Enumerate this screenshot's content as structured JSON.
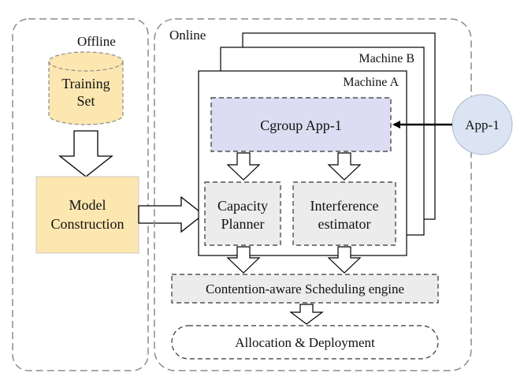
{
  "offline": {
    "title": "Offline",
    "training_set": [
      "Training",
      "Set"
    ],
    "model_construction": [
      "Model",
      "Construction"
    ]
  },
  "online": {
    "title": "Online",
    "machine_b": "Machine B",
    "machine_a": "Machine A",
    "cgroup": "Cgroup App-1",
    "capacity_planner": [
      "Capacity",
      "Planner"
    ],
    "interference_estimator": [
      "Interference",
      "estimator"
    ],
    "scheduling_engine": "Contention-aware Scheduling engine",
    "allocation": "Allocation & Deployment"
  },
  "external_app": "App-1",
  "colors": {
    "training_set_fill": "#fde7b0",
    "model_fill": "#fde7b0",
    "cgroup_fill": "#dcdcf2",
    "gray_box_fill": "#ececec",
    "app_circle_fill": "#dbe4f2",
    "outline": "#333333",
    "dashed_outline": "#888888"
  },
  "icons": [
    "hollow-down-arrow-icon",
    "hollow-right-arrow-icon",
    "solid-left-arrow-icon"
  ]
}
